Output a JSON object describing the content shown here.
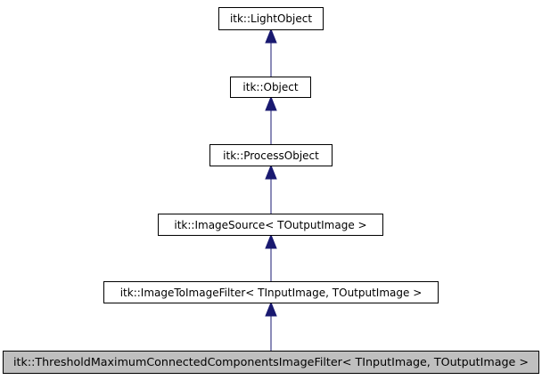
{
  "diagram": {
    "nodes": [
      {
        "id": "lightobject",
        "label": "itk::LightObject",
        "highlighted": false
      },
      {
        "id": "object",
        "label": "itk::Object",
        "highlighted": false
      },
      {
        "id": "processobject",
        "label": "itk::ProcessObject",
        "highlighted": false
      },
      {
        "id": "imagesource",
        "label": "itk::ImageSource< TOutputImage >",
        "highlighted": false
      },
      {
        "id": "imagetoimagefilter",
        "label": "itk::ImageToImageFilter< TInputImage, TOutputImage >",
        "highlighted": false
      },
      {
        "id": "thresholdfilter",
        "label": "itk::ThresholdMaximumConnectedComponentsImageFilter< TInputImage, TOutputImage >",
        "highlighted": true
      }
    ],
    "edges": [
      {
        "from": "object",
        "to": "lightobject"
      },
      {
        "from": "processobject",
        "to": "object"
      },
      {
        "from": "imagesource",
        "to": "processobject"
      },
      {
        "from": "imagetoimagefilter",
        "to": "imagesource"
      },
      {
        "from": "thresholdfilter",
        "to": "imagetoimagefilter"
      }
    ],
    "colors": {
      "node_fill": "#ffffff",
      "highlight_fill": "#bfbfbf",
      "border": "#000000",
      "arrow": "#191970"
    }
  }
}
